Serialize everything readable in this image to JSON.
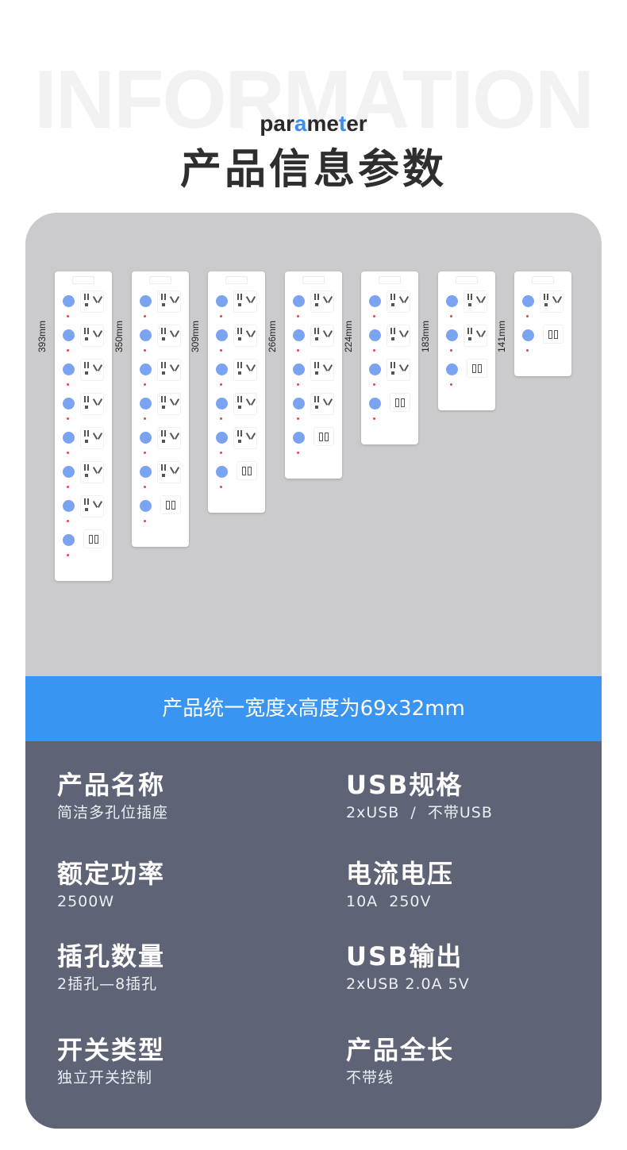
{
  "header": {
    "bg_word": "INFORMATION",
    "subtitle_part1": "par",
    "subtitle_accent1": "a",
    "subtitle_part2": "me",
    "subtitle_accent2": "t",
    "subtitle_part3": "er",
    "title": "产品信息参数"
  },
  "products": [
    {
      "length": "393mm",
      "outlets": 7,
      "usb": true
    },
    {
      "length": "350mm",
      "outlets": 6,
      "usb": true
    },
    {
      "length": "309mm",
      "outlets": 5,
      "usb": true
    },
    {
      "length": "266mm",
      "outlets": 4,
      "usb": true
    },
    {
      "length": "224mm",
      "outlets": 3,
      "usb": true
    },
    {
      "length": "183mm",
      "outlets": 2,
      "usb": true
    },
    {
      "length": "141mm",
      "outlets": 1,
      "usb": true
    }
  ],
  "banner": {
    "text": "产品统一宽度x高度为69x32mm"
  },
  "specs": {
    "name_title": "产品名称",
    "name_value": "简洁多孔位插座",
    "usb_spec_title": "USB规格",
    "usb_spec_value": "2xUSB  /  不带USB",
    "power_title": "额定功率",
    "power_value": "2500W",
    "current_title": "电流电压",
    "current_value": "10A  250V",
    "outlets_title": "插孔数量",
    "outlets_value": "2插孔—8插孔",
    "usb_out_title": "USB输出",
    "usb_out_value": "2xUSB 2.0A 5V",
    "switch_title": "开关类型",
    "switch_value": "独立开关控制",
    "length_title": "产品全长",
    "length_value": "不带线"
  },
  "colors": {
    "accent": "#3b8ef0",
    "banner": "#3994f2",
    "specs_bg": "#5f6376",
    "card_bg": "#cbcbcd",
    "switch": "#7aa4f2"
  }
}
